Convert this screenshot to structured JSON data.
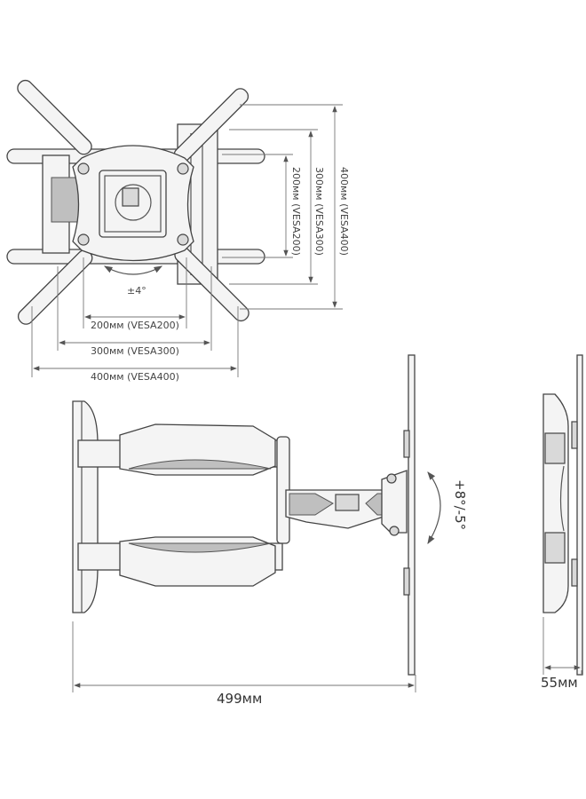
{
  "front_view": {
    "tilt_label": "±4°",
    "horizontal_dimensions": [
      {
        "label": "200мм (VESA200)"
      },
      {
        "label": "300мм (VESA300)"
      },
      {
        "label": "400мм (VESA400)"
      }
    ],
    "vertical_dimensions": [
      {
        "label": "200мм (VESA200)"
      },
      {
        "label": "300мм (VESA300)"
      },
      {
        "label": "400мм (VESA400)"
      }
    ]
  },
  "side_view": {
    "extension_label": "499мм",
    "tilt_label": "+8°/-5°"
  },
  "profile_view": {
    "depth_label": "55мм"
  },
  "colors": {
    "line": "#555555",
    "background": "#ffffff",
    "fill": "#d9d9d9"
  }
}
